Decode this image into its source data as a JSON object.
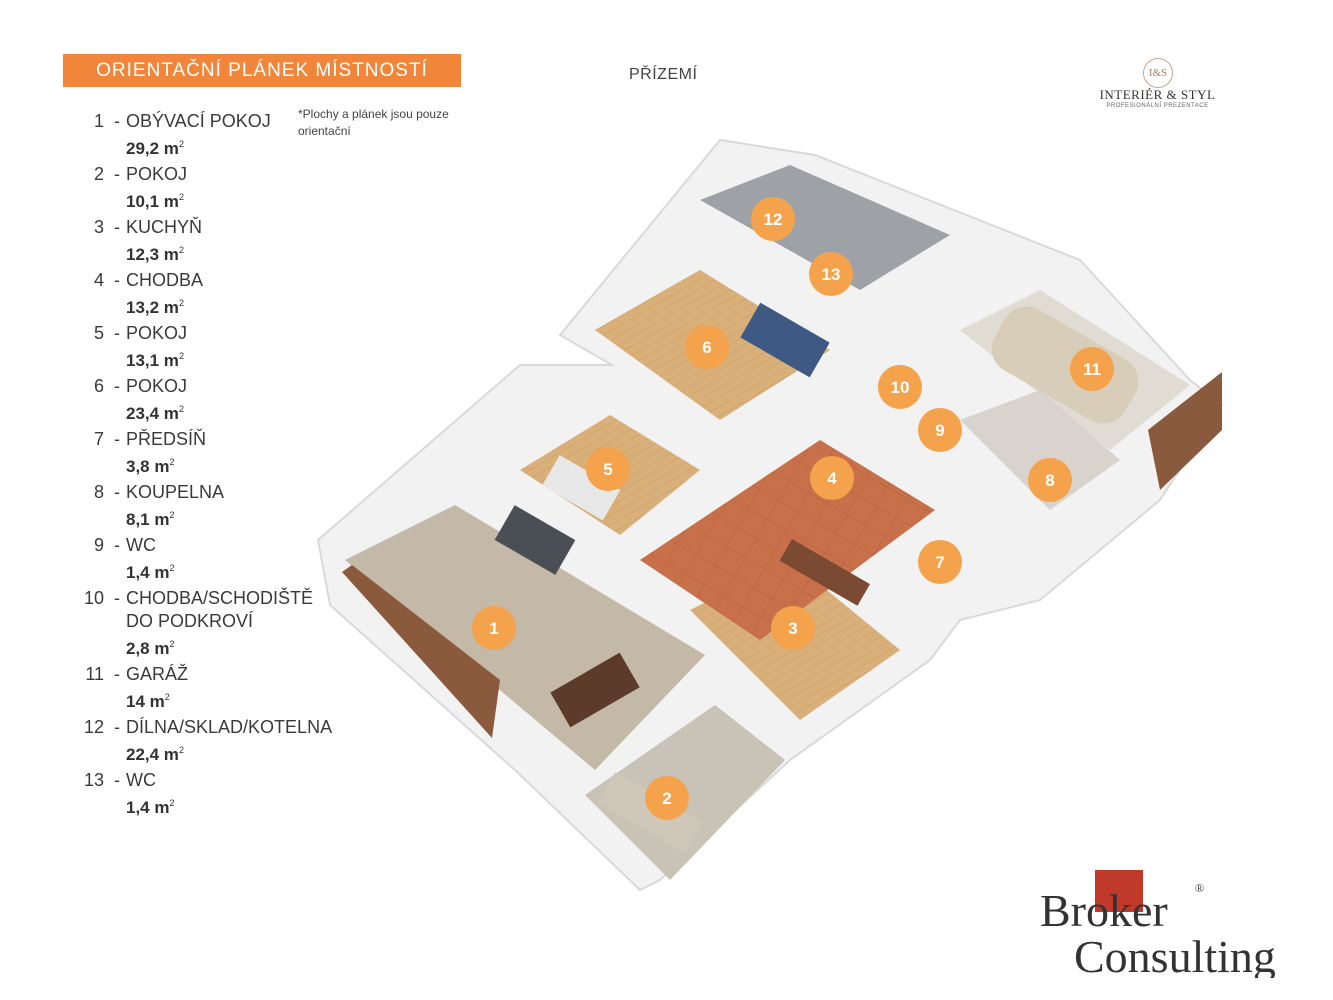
{
  "header": {
    "title": "ORIENTAČNÍ PLÁNEK MÍSTNOSTÍ",
    "floor": "PŘÍZEMÍ",
    "note": "*Plochy  a plánek jsou pouze orientační"
  },
  "legend": [
    {
      "num": "1",
      "name": "OBÝVACÍ POKOJ",
      "area": "29,2 m"
    },
    {
      "num": "2",
      "name": "POKOJ",
      "area": "10,1 m"
    },
    {
      "num": "3",
      "name": "KUCHYŇ",
      "area": "12,3 m"
    },
    {
      "num": "4",
      "name": "CHODBA",
      "area": "13,2 m"
    },
    {
      "num": "5",
      "name": "POKOJ",
      "area": "13,1 m"
    },
    {
      "num": "6",
      "name": "POKOJ",
      "area": "23,4 m"
    },
    {
      "num": "7",
      "name": "PŘEDSÍŇ",
      "area": "3,8 m"
    },
    {
      "num": "8",
      "name": "KOUPELNA",
      "area": "8,1 m"
    },
    {
      "num": "9",
      "name": "WC",
      "area": "1,4 m"
    },
    {
      "num": "10",
      "name": "CHODBA/SCHODIŠTĚ\nDO PODKROVÍ",
      "area": "2,8 m"
    },
    {
      "num": "11",
      "name": "GARÁŽ",
      "area": "14 m"
    },
    {
      "num": "12",
      "name": "DÍLNA/SKLAD/KOTELNA",
      "area": "22,4 m"
    },
    {
      "num": "13",
      "name": "WC",
      "area": "1,4 m"
    }
  ],
  "area_unit_sup": "2",
  "markers": [
    "1",
    "2",
    "3",
    "4",
    "5",
    "6",
    "7",
    "8",
    "9",
    "10",
    "11",
    "12",
    "13"
  ],
  "logos": {
    "interier_monogram": "I&S",
    "interier_name": "INTERIÉR & STYL",
    "interier_sub": "PROFESIONÁLNÍ PREZENTACE",
    "broker_line1": "Broker",
    "broker_line2": "Consulting",
    "broker_reg": "®"
  },
  "colors": {
    "accent_orange": "#f1863a",
    "marker_orange": "#f5a24d",
    "broker_red": "#c0392b"
  }
}
